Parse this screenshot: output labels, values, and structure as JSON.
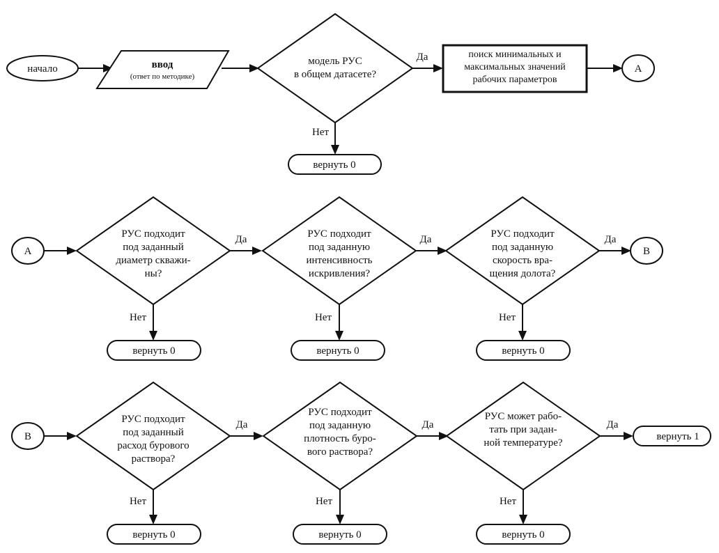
{
  "nodes": {
    "start": "начало",
    "input": {
      "title": "ввод",
      "note": "(ответ по методике)"
    },
    "dataset_q": [
      "модель РУС",
      "в общем датасете?"
    ],
    "search": [
      "поиск минимальных и",
      "максимальных значений",
      "рабочих параметров"
    ],
    "conn_a": "A",
    "conn_b": "B",
    "q_diameter": [
      "РУС подходит",
      "под заданный",
      "диаметр скважи-",
      "ны?"
    ],
    "q_curvature": [
      "РУС подходит",
      "под заданную",
      "интенсивность",
      "искривления?"
    ],
    "q_rotation": [
      "РУС подходит",
      "под заданную",
      "скорость вра-",
      "щения долота?"
    ],
    "q_flow": [
      "РУС подходит",
      "под заданный",
      "расход бурового",
      "раствора?"
    ],
    "q_density": [
      "РУС подходит",
      "под заданную",
      "плотность буро-",
      "вого раствора?"
    ],
    "q_temperature": [
      "РУС может рабо-",
      "тать при задан-",
      "ной температуре?"
    ],
    "return0": "вернуть 0",
    "return1": "вернуть 1"
  },
  "labels": {
    "yes": "Да",
    "no": "Нет"
  }
}
